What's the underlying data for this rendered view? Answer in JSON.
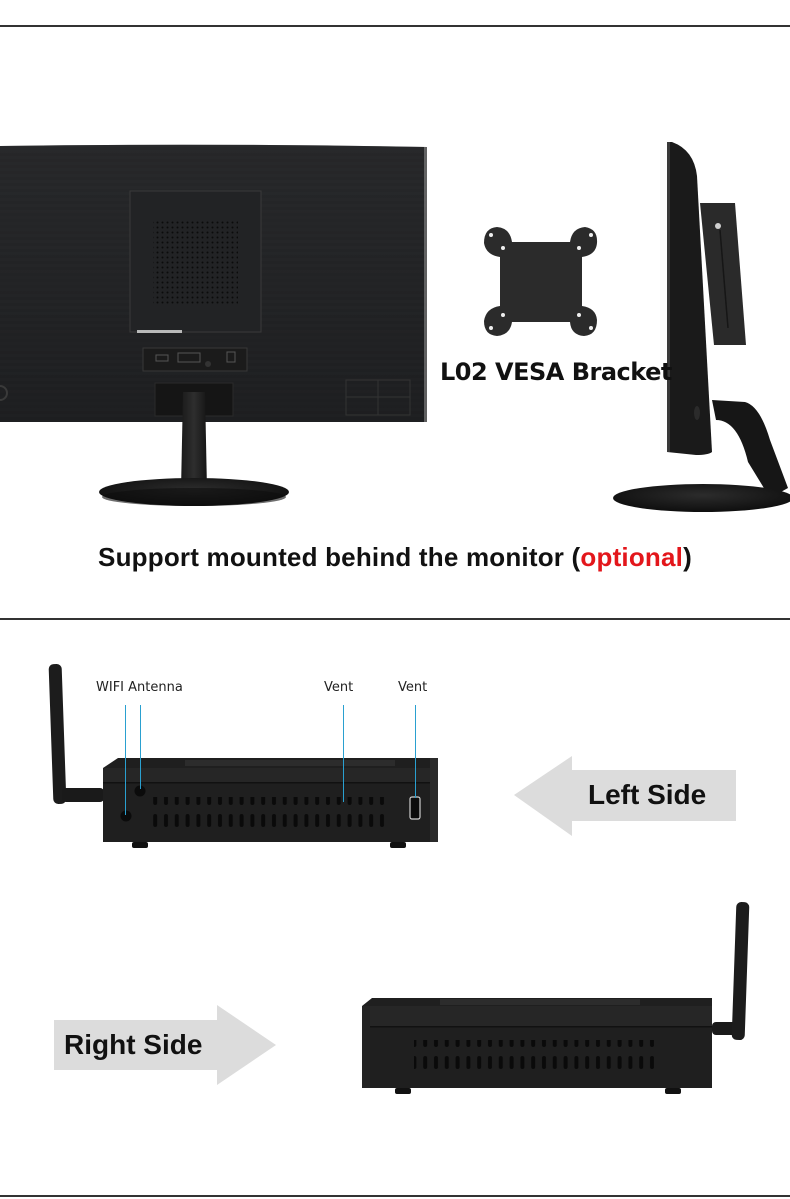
{
  "section_top": {
    "caption_main": "Support mounted behind the monitor (",
    "caption_highlight": "optional",
    "caption_end": ")",
    "highlight_color": "#e3161b",
    "bracket_label": "L02 VESA Bracket",
    "images": [
      "monitor-rear-view-with-mini-pc",
      "vesa-bracket",
      "monitor-side-view-with-mini-pc"
    ]
  },
  "section_bottom": {
    "callouts": [
      {
        "label": "WIFI Antenna"
      },
      {
        "label": "Vent"
      },
      {
        "label": "Vent"
      }
    ],
    "leader_color": "#2aa0d0",
    "left_side_label": "Left Side",
    "right_side_label": "Right Side",
    "arrow_color": "#dcdcdc"
  }
}
